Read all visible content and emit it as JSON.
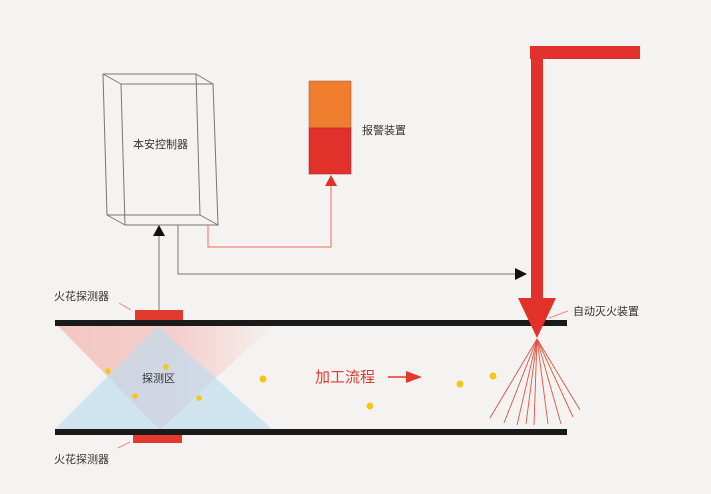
{
  "labels": {
    "controller": "本安控制器",
    "alarm": "报警装置",
    "top_detector": "火花探测器",
    "bottom_detector": "火花探测器",
    "detection_zone": "探测区",
    "process_flow": "加工流程",
    "extinguisher": "自动灭火装置"
  },
  "colors": {
    "background": "#f5f3f1",
    "pipe": "#1a1a1a",
    "detector": "#e23a2e",
    "alarm_top": "#ef7d2e",
    "alarm_bottom": "#e2302b",
    "extinguisher_arrow": "#e2302b",
    "spark": "#f5c518",
    "signal_line_red": "#ee6b5b",
    "signal_line_gray": "#555555",
    "zone_pink": "#f4b7b3",
    "zone_blue": "#bcdcef"
  },
  "components": [
    {
      "id": "controller",
      "type": "3d-box"
    },
    {
      "id": "alarm",
      "type": "two-color-block"
    },
    {
      "id": "top_detector",
      "type": "sensor"
    },
    {
      "id": "bottom_detector",
      "type": "sensor"
    },
    {
      "id": "extinguisher",
      "type": "nozzle-arrow"
    }
  ],
  "connections": [
    {
      "from": "top_detector",
      "to": "controller",
      "style": "gray-arrow"
    },
    {
      "from": "controller",
      "to": "alarm",
      "style": "red-arrow"
    },
    {
      "from": "controller",
      "to": "extinguisher",
      "style": "gray-arrow"
    }
  ],
  "spark_count": 8,
  "spray_line_count": 9
}
